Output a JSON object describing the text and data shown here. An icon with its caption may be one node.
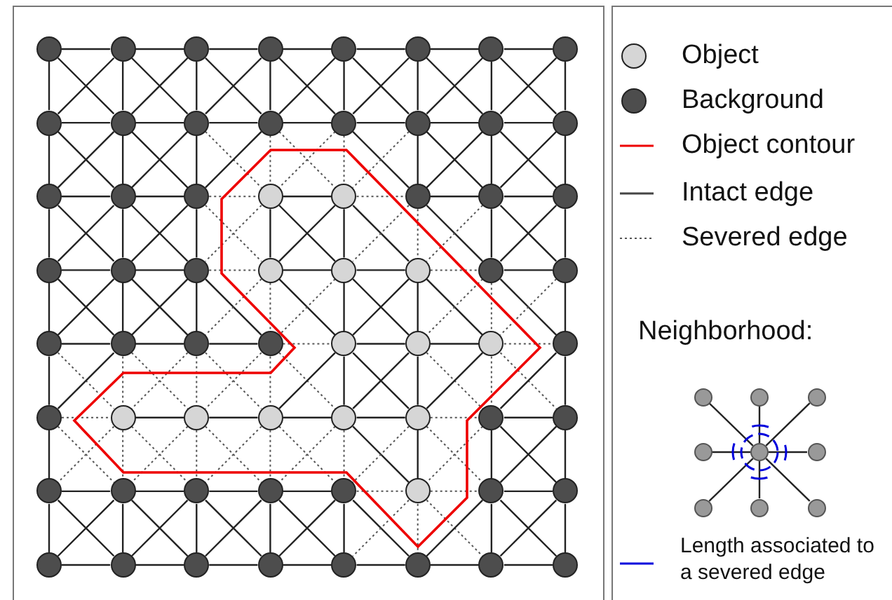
{
  "diagram": {
    "nodes": [
      {
        "text": [],
        "shape": "circle"
      },
      {
        "text": [],
        "shape": "circle"
      },
      {
        "text": [],
        "shape": "circle"
      },
      {
        "text": [],
        "shape": "circle"
      },
      {
        "text": [],
        "shape": "circle"
      },
      {
        "text": [],
        "shape": "circle"
      },
      {
        "text": [],
        "shape": "circle"
      },
      {
        "text": [],
        "shape": "circle"
      },
      {
        "text": [],
        "shape": "circle"
      },
      {
        "text": [],
        "shape": "circle"
      },
      {
        "text": [],
        "shape": "circle"
      },
      {
        "text": [],
        "shape": "circle"
      },
      {
        "text": [],
        "shape": "circle"
      },
      {
        "text": [],
        "shape": "circle"
      },
      {
        "text": [],
        "shape": "circle"
      },
      {
        "text": [],
        "shape": "circle"
      },
      {
        "text": [],
        "shape": "circle"
      },
      {
        "text": [],
        "shape": "circle"
      },
      {
        "text": [],
        "shape": "circle"
      },
      {
        "text": [],
        "shape": "circle"
      },
      {
        "text": [],
        "shape": "circle"
      },
      {
        "text": [],
        "shape": "circle"
      },
      {
        "text": [],
        "shape": "circle"
      },
      {
        "text": [],
        "shape": "circle"
      },
      {
        "text": [],
        "shape": "circle"
      },
      {
        "text": [],
        "shape": "circle"
      },
      {
        "text": [],
        "shape": "circle"
      },
      {
        "text": [],
        "shape": "circle"
      },
      {
        "text": [],
        "shape": "circle"
      },
      {
        "text": [],
        "shape": "circle"
      },
      {
        "text": [],
        "shape": "circle"
      },
      {
        "text": [],
        "shape": "circle"
      },
      {
        "text": [],
        "shape": "circle"
      },
      {
        "text": [],
        "shape": "circle"
      },
      {
        "text": [],
        "shape": "circle"
      },
      {
        "text": [],
        "shape": "circle"
      },
      {
        "text": [],
        "shape": "circle"
      },
      {
        "text": [],
        "shape": "circle"
      },
      {
        "text": [],
        "shape": "circle"
      },
      {
        "text": [],
        "shape": "circle"
      },
      {
        "text": [],
        "shape": "circle"
      },
      {
        "text": [],
        "shape": "circle"
      },
      {
        "text": [],
        "shape": "circle"
      },
      {
        "text": [],
        "shape": "circle"
      },
      {
        "text": [],
        "shape": "circle"
      },
      {
        "text": [],
        "shape": "circle"
      },
      {
        "text": [],
        "shape": "circle"
      },
      {
        "text": [],
        "shape": "circle"
      },
      {
        "text": [],
        "shape": "circle"
      },
      {
        "text": [],
        "shape": "circle"
      },
      {
        "text": [],
        "shape": "circle"
      },
      {
        "text": [],
        "shape": "circle"
      },
      {
        "text": [],
        "shape": "circle"
      },
      {
        "text": [],
        "shape": "circle"
      },
      {
        "text": [],
        "shape": "circle"
      },
      {
        "text": [],
        "shape": "circle"
      },
      {
        "text": [],
        "shape": "circle"
      },
      {
        "text": [],
        "shape": "circle"
      },
      {
        "text": [],
        "shape": "circle"
      },
      {
        "text": [],
        "shape": "circle"
      },
      {
        "text": [],
        "shape": "circle"
      },
      {
        "text": [],
        "shape": "circle"
      },
      {
        "text": [],
        "shape": "circle"
      },
      {
        "text": [],
        "shape": "circle"
      },
      {
        "text": [],
        "shape": "circle"
      },
      {
        "text": [],
        "shape": "circle"
      },
      {
        "text": [],
        "shape": "circle"
      },
      {
        "text": [],
        "shape": "circle"
      },
      {
        "text": [],
        "shape": "circle"
      },
      {
        "text": [],
        "shape": "circle"
      },
      {
        "text": [],
        "shape": "circle"
      },
      {
        "text": [],
        "shape": "circle"
      },
      {
        "text": [],
        "shape": "circle"
      }
    ],
    "edges": [
      {
        "from": 0,
        "to": 1,
        "arrow": "none"
      },
      {
        "from": 0,
        "to": 8,
        "arrow": "none"
      },
      {
        "from": 0,
        "to": 9,
        "arrow": "none"
      },
      {
        "from": 1,
        "to": 2,
        "arrow": "none"
      },
      {
        "from": 1,
        "to": 9,
        "arrow": "none"
      },
      {
        "from": 1,
        "to": 10,
        "arrow": "none"
      },
      {
        "from": 1,
        "to": 8,
        "arrow": "none"
      },
      {
        "from": 2,
        "to": 3,
        "arrow": "none"
      },
      {
        "from": 2,
        "to": 10,
        "arrow": "none"
      },
      {
        "from": 2,
        "to": 11,
        "arrow": "none"
      },
      {
        "from": 2,
        "to": 9,
        "arrow": "none"
      },
      {
        "from": 3,
        "to": 4,
        "arrow": "none"
      },
      {
        "from": 3,
        "to": 11,
        "arrow": "none"
      },
      {
        "from": 3,
        "to": 12,
        "arrow": "none"
      },
      {
        "from": 3,
        "to": 10,
        "arrow": "none"
      },
      {
        "from": 4,
        "to": 5,
        "arrow": "none"
      },
      {
        "from": 4,
        "to": 12,
        "arrow": "none"
      },
      {
        "from": 4,
        "to": 13,
        "arrow": "none"
      },
      {
        "from": 4,
        "to": 11,
        "arrow": "none"
      },
      {
        "from": 5,
        "to": 6,
        "arrow": "none"
      },
      {
        "from": 5,
        "to": 13,
        "arrow": "none"
      },
      {
        "from": 5,
        "to": 14,
        "arrow": "none"
      },
      {
        "from": 5,
        "to": 12,
        "arrow": "none"
      },
      {
        "from": 6,
        "to": 7,
        "arrow": "none"
      },
      {
        "from": 6,
        "to": 14,
        "arrow": "none"
      },
      {
        "from": 6,
        "to": 15,
        "arrow": "none"
      },
      {
        "from": 6,
        "to": 13,
        "arrow": "none"
      },
      {
        "from": 7,
        "to": 15,
        "arrow": "none"
      },
      {
        "from": 7,
        "to": 14,
        "arrow": "none"
      },
      {
        "from": 8,
        "to": 9,
        "arrow": "none"
      },
      {
        "from": 8,
        "to": 16,
        "arrow": "none"
      },
      {
        "from": 8,
        "to": 17,
        "arrow": "none"
      },
      {
        "from": 9,
        "to": 10,
        "arrow": "none"
      },
      {
        "from": 9,
        "to": 17,
        "arrow": "none"
      },
      {
        "from": 9,
        "to": 18,
        "arrow": "none"
      },
      {
        "from": 9,
        "to": 16,
        "arrow": "none"
      },
      {
        "from": 10,
        "to": 11,
        "arrow": "none"
      },
      {
        "from": 10,
        "to": 18,
        "arrow": "none"
      },
      {
        "from": 10,
        "to": 19,
        "arrow": "none",
        "style": "dashed"
      },
      {
        "from": 10,
        "to": 17,
        "arrow": "none"
      },
      {
        "from": 11,
        "to": 12,
        "arrow": "none"
      },
      {
        "from": 11,
        "to": 19,
        "arrow": "none",
        "style": "dashed"
      },
      {
        "from": 11,
        "to": 20,
        "arrow": "none",
        "style": "dashed"
      },
      {
        "from": 11,
        "to": 18,
        "arrow": "none"
      },
      {
        "from": 12,
        "to": 13,
        "arrow": "none"
      },
      {
        "from": 12,
        "to": 20,
        "arrow": "none",
        "style": "dashed"
      },
      {
        "from": 12,
        "to": 21,
        "arrow": "none"
      },
      {
        "from": 12,
        "to": 19,
        "arrow": "none",
        "style": "dashed"
      },
      {
        "from": 13,
        "to": 14,
        "arrow": "none"
      },
      {
        "from": 13,
        "to": 21,
        "arrow": "none"
      },
      {
        "from": 13,
        "to": 22,
        "arrow": "none"
      },
      {
        "from": 13,
        "to": 20,
        "arrow": "none",
        "style": "dashed"
      },
      {
        "from": 14,
        "to": 15,
        "arrow": "none"
      },
      {
        "from": 14,
        "to": 22,
        "arrow": "none"
      },
      {
        "from": 14,
        "to": 23,
        "arrow": "none"
      },
      {
        "from": 14,
        "to": 21,
        "arrow": "none"
      },
      {
        "from": 15,
        "to": 23,
        "arrow": "none"
      },
      {
        "from": 15,
        "to": 22,
        "arrow": "none"
      },
      {
        "from": 16,
        "to": 17,
        "arrow": "none"
      },
      {
        "from": 16,
        "to": 24,
        "arrow": "none"
      },
      {
        "from": 16,
        "to": 25,
        "arrow": "none"
      },
      {
        "from": 17,
        "to": 18,
        "arrow": "none"
      },
      {
        "from": 17,
        "to": 25,
        "arrow": "none"
      },
      {
        "from": 17,
        "to": 26,
        "arrow": "none"
      },
      {
        "from": 17,
        "to": 24,
        "arrow": "none"
      },
      {
        "from": 18,
        "to": 19,
        "arrow": "none",
        "style": "dashed"
      },
      {
        "from": 18,
        "to": 26,
        "arrow": "none"
      },
      {
        "from": 18,
        "to": 27,
        "arrow": "none",
        "style": "dashed"
      },
      {
        "from": 18,
        "to": 25,
        "arrow": "none"
      },
      {
        "from": 19,
        "to": 20,
        "arrow": "none"
      },
      {
        "from": 19,
        "to": 27,
        "arrow": "none"
      },
      {
        "from": 19,
        "to": 28,
        "arrow": "none"
      },
      {
        "from": 19,
        "to": 26,
        "arrow": "none",
        "style": "dashed"
      },
      {
        "from": 20,
        "to": 21,
        "arrow": "none",
        "style": "dashed"
      },
      {
        "from": 20,
        "to": 28,
        "arrow": "none"
      },
      {
        "from": 20,
        "to": 29,
        "arrow": "none"
      },
      {
        "from": 20,
        "to": 27,
        "arrow": "none"
      },
      {
        "from": 21,
        "to": 22,
        "arrow": "none"
      },
      {
        "from": 21,
        "to": 29,
        "arrow": "none",
        "style": "dashed"
      },
      {
        "from": 21,
        "to": 30,
        "arrow": "none"
      },
      {
        "from": 21,
        "to": 28,
        "arrow": "none",
        "style": "dashed"
      },
      {
        "from": 22,
        "to": 23,
        "arrow": "none"
      },
      {
        "from": 22,
        "to": 30,
        "arrow": "none"
      },
      {
        "from": 22,
        "to": 31,
        "arrow": "none"
      },
      {
        "from": 22,
        "to": 29,
        "arrow": "none",
        "style": "dashed"
      },
      {
        "from": 23,
        "to": 31,
        "arrow": "none"
      },
      {
        "from": 23,
        "to": 30,
        "arrow": "none"
      },
      {
        "from": 24,
        "to": 25,
        "arrow": "none"
      },
      {
        "from": 24,
        "to": 32,
        "arrow": "none"
      },
      {
        "from": 24,
        "to": 33,
        "arrow": "none"
      },
      {
        "from": 25,
        "to": 26,
        "arrow": "none"
      },
      {
        "from": 25,
        "to": 33,
        "arrow": "none"
      },
      {
        "from": 25,
        "to": 34,
        "arrow": "none"
      },
      {
        "from": 25,
        "to": 32,
        "arrow": "none"
      },
      {
        "from": 26,
        "to": 27,
        "arrow": "none",
        "style": "dashed"
      },
      {
        "from": 26,
        "to": 34,
        "arrow": "none"
      },
      {
        "from": 26,
        "to": 35,
        "arrow": "none"
      },
      {
        "from": 26,
        "to": 33,
        "arrow": "none"
      },
      {
        "from": 27,
        "to": 28,
        "arrow": "none"
      },
      {
        "from": 27,
        "to": 35,
        "arrow": "none",
        "style": "dashed"
      },
      {
        "from": 27,
        "to": 36,
        "arrow": "none"
      },
      {
        "from": 27,
        "to": 34,
        "arrow": "none",
        "style": "dashed"
      },
      {
        "from": 28,
        "to": 29,
        "arrow": "none"
      },
      {
        "from": 28,
        "to": 36,
        "arrow": "none"
      },
      {
        "from": 28,
        "to": 37,
        "arrow": "none"
      },
      {
        "from": 28,
        "to": 35,
        "arrow": "none",
        "style": "dashed"
      },
      {
        "from": 29,
        "to": 30,
        "arrow": "none",
        "style": "dashed"
      },
      {
        "from": 29,
        "to": 37,
        "arrow": "none"
      },
      {
        "from": 29,
        "to": 38,
        "arrow": "none"
      },
      {
        "from": 29,
        "to": 36,
        "arrow": "none"
      },
      {
        "from": 30,
        "to": 31,
        "arrow": "none"
      },
      {
        "from": 30,
        "to": 38,
        "arrow": "none",
        "style": "dashed"
      },
      {
        "from": 30,
        "to": 39,
        "arrow": "none"
      },
      {
        "from": 30,
        "to": 37,
        "arrow": "none",
        "style": "dashed"
      },
      {
        "from": 31,
        "to": 39,
        "arrow": "none"
      },
      {
        "from": 31,
        "to": 38,
        "arrow": "none",
        "style": "dashed"
      },
      {
        "from": 32,
        "to": 33,
        "arrow": "none"
      },
      {
        "from": 32,
        "to": 40,
        "arrow": "none"
      },
      {
        "from": 32,
        "to": 41,
        "arrow": "none",
        "style": "dashed"
      },
      {
        "from": 33,
        "to": 34,
        "arrow": "none"
      },
      {
        "from": 33,
        "to": 41,
        "arrow": "none",
        "style": "dashed"
      },
      {
        "from": 33,
        "to": 42,
        "arrow": "none",
        "style": "dashed"
      },
      {
        "from": 33,
        "to": 40,
        "arrow": "none"
      },
      {
        "from": 34,
        "to": 35,
        "arrow": "none"
      },
      {
        "from": 34,
        "to": 42,
        "arrow": "none",
        "style": "dashed"
      },
      {
        "from": 34,
        "to": 43,
        "arrow": "none",
        "style": "dashed"
      },
      {
        "from": 34,
        "to": 41,
        "arrow": "none",
        "style": "dashed"
      },
      {
        "from": 35,
        "to": 36,
        "arrow": "none",
        "style": "dashed"
      },
      {
        "from": 35,
        "to": 43,
        "arrow": "none",
        "style": "dashed"
      },
      {
        "from": 35,
        "to": 44,
        "arrow": "none",
        "style": "dashed"
      },
      {
        "from": 35,
        "to": 42,
        "arrow": "none",
        "style": "dashed"
      },
      {
        "from": 36,
        "to": 37,
        "arrow": "none"
      },
      {
        "from": 36,
        "to": 44,
        "arrow": "none"
      },
      {
        "from": 36,
        "to": 45,
        "arrow": "none"
      },
      {
        "from": 36,
        "to": 43,
        "arrow": "none"
      },
      {
        "from": 37,
        "to": 38,
        "arrow": "none"
      },
      {
        "from": 37,
        "to": 45,
        "arrow": "none"
      },
      {
        "from": 37,
        "to": 46,
        "arrow": "none",
        "style": "dashed"
      },
      {
        "from": 37,
        "to": 44,
        "arrow": "none"
      },
      {
        "from": 38,
        "to": 39,
        "arrow": "none",
        "style": "dashed"
      },
      {
        "from": 38,
        "to": 46,
        "arrow": "none",
        "style": "dashed"
      },
      {
        "from": 38,
        "to": 47,
        "arrow": "none",
        "style": "dashed"
      },
      {
        "from": 38,
        "to": 45,
        "arrow": "none"
      },
      {
        "from": 39,
        "to": 47,
        "arrow": "none"
      },
      {
        "from": 39,
        "to": 46,
        "arrow": "none"
      },
      {
        "from": 40,
        "to": 41,
        "arrow": "none",
        "style": "dashed"
      },
      {
        "from": 40,
        "to": 48,
        "arrow": "none"
      },
      {
        "from": 40,
        "to": 49,
        "arrow": "none",
        "style": "dashed"
      },
      {
        "from": 41,
        "to": 42,
        "arrow": "none"
      },
      {
        "from": 41,
        "to": 49,
        "arrow": "none",
        "style": "dashed"
      },
      {
        "from": 41,
        "to": 50,
        "arrow": "none",
        "style": "dashed"
      },
      {
        "from": 41,
        "to": 48,
        "arrow": "none",
        "style": "dashed"
      },
      {
        "from": 42,
        "to": 43,
        "arrow": "none"
      },
      {
        "from": 42,
        "to": 50,
        "arrow": "none",
        "style": "dashed"
      },
      {
        "from": 42,
        "to": 51,
        "arrow": "none",
        "style": "dashed"
      },
      {
        "from": 42,
        "to": 49,
        "arrow": "none",
        "style": "dashed"
      },
      {
        "from": 43,
        "to": 44,
        "arrow": "none"
      },
      {
        "from": 43,
        "to": 51,
        "arrow": "none",
        "style": "dashed"
      },
      {
        "from": 43,
        "to": 52,
        "arrow": "none",
        "style": "dashed"
      },
      {
        "from": 43,
        "to": 50,
        "arrow": "none",
        "style": "dashed"
      },
      {
        "from": 44,
        "to": 45,
        "arrow": "none"
      },
      {
        "from": 44,
        "to": 52,
        "arrow": "none",
        "style": "dashed"
      },
      {
        "from": 44,
        "to": 53,
        "arrow": "none"
      },
      {
        "from": 44,
        "to": 51,
        "arrow": "none",
        "style": "dashed"
      },
      {
        "from": 45,
        "to": 46,
        "arrow": "none",
        "style": "dashed"
      },
      {
        "from": 45,
        "to": 53,
        "arrow": "none"
      },
      {
        "from": 45,
        "to": 54,
        "arrow": "none",
        "style": "dashed"
      },
      {
        "from": 45,
        "to": 52,
        "arrow": "none",
        "style": "dashed"
      },
      {
        "from": 46,
        "to": 47,
        "arrow": "none"
      },
      {
        "from": 46,
        "to": 54,
        "arrow": "none"
      },
      {
        "from": 46,
        "to": 55,
        "arrow": "none"
      },
      {
        "from": 46,
        "to": 53,
        "arrow": "none",
        "style": "dashed"
      },
      {
        "from": 47,
        "to": 55,
        "arrow": "none"
      },
      {
        "from": 47,
        "to": 54,
        "arrow": "none"
      },
      {
        "from": 48,
        "to": 49,
        "arrow": "none"
      },
      {
        "from": 48,
        "to": 56,
        "arrow": "none"
      },
      {
        "from": 48,
        "to": 57,
        "arrow": "none"
      },
      {
        "from": 49,
        "to": 50,
        "arrow": "none"
      },
      {
        "from": 49,
        "to": 57,
        "arrow": "none"
      },
      {
        "from": 49,
        "to": 58,
        "arrow": "none"
      },
      {
        "from": 49,
        "to": 56,
        "arrow": "none"
      },
      {
        "from": 50,
        "to": 51,
        "arrow": "none"
      },
      {
        "from": 50,
        "to": 58,
        "arrow": "none"
      },
      {
        "from": 50,
        "to": 59,
        "arrow": "none"
      },
      {
        "from": 50,
        "to": 57,
        "arrow": "none"
      },
      {
        "from": 51,
        "to": 52,
        "arrow": "none"
      },
      {
        "from": 51,
        "to": 59,
        "arrow": "none"
      },
      {
        "from": 51,
        "to": 60,
        "arrow": "none"
      },
      {
        "from": 51,
        "to": 58,
        "arrow": "none"
      },
      {
        "from": 52,
        "to": 53,
        "arrow": "none",
        "style": "dashed"
      },
      {
        "from": 52,
        "to": 60,
        "arrow": "none"
      },
      {
        "from": 52,
        "to": 61,
        "arrow": "none"
      },
      {
        "from": 52,
        "to": 59,
        "arrow": "none"
      },
      {
        "from": 53,
        "to": 54,
        "arrow": "none",
        "style": "dashed"
      },
      {
        "from": 53,
        "to": 61,
        "arrow": "none",
        "style": "dashed"
      },
      {
        "from": 53,
        "to": 62,
        "arrow": "none",
        "style": "dashed"
      },
      {
        "from": 53,
        "to": 60,
        "arrow": "none",
        "style": "dashed"
      },
      {
        "from": 54,
        "to": 55,
        "arrow": "none"
      },
      {
        "from": 54,
        "to": 62,
        "arrow": "none"
      },
      {
        "from": 54,
        "to": 63,
        "arrow": "none"
      },
      {
        "from": 54,
        "to": 61,
        "arrow": "none"
      },
      {
        "from": 55,
        "to": 63,
        "arrow": "none"
      },
      {
        "from": 55,
        "to": 62,
        "arrow": "none"
      },
      {
        "from": 56,
        "to": 57,
        "arrow": "none"
      },
      {
        "from": 57,
        "to": 58,
        "arrow": "none"
      },
      {
        "from": 58,
        "to": 59,
        "arrow": "none"
      },
      {
        "from": 59,
        "to": 60,
        "arrow": "none"
      },
      {
        "from": 60,
        "to": 61,
        "arrow": "none"
      },
      {
        "from": 61,
        "to": 62,
        "arrow": "none"
      },
      {
        "from": 62,
        "to": 63,
        "arrow": "none"
      },
      {
        "from": 68,
        "to": 64,
        "arrow": "none"
      },
      {
        "from": 68,
        "to": 65,
        "arrow": "none"
      },
      {
        "from": 68,
        "to": 66,
        "arrow": "none"
      },
      {
        "from": 68,
        "to": 67,
        "arrow": "none"
      },
      {
        "from": 68,
        "to": 69,
        "arrow": "none"
      },
      {
        "from": 68,
        "to": 70,
        "arrow": "none"
      },
      {
        "from": 68,
        "to": 71,
        "arrow": "none"
      },
      {
        "from": 68,
        "to": 72,
        "arrow": "none"
      }
    ],
    "labels": [
      "Neighborhood:"
    ],
    "legend": [
      {
        "text": "Object"
      },
      {
        "text": "Background"
      },
      {
        "text": "Object contour"
      },
      {
        "text": "Intact edge"
      },
      {
        "text": "Severed edge"
      },
      {
        "text": "Length associated to a severed edge"
      }
    ]
  }
}
